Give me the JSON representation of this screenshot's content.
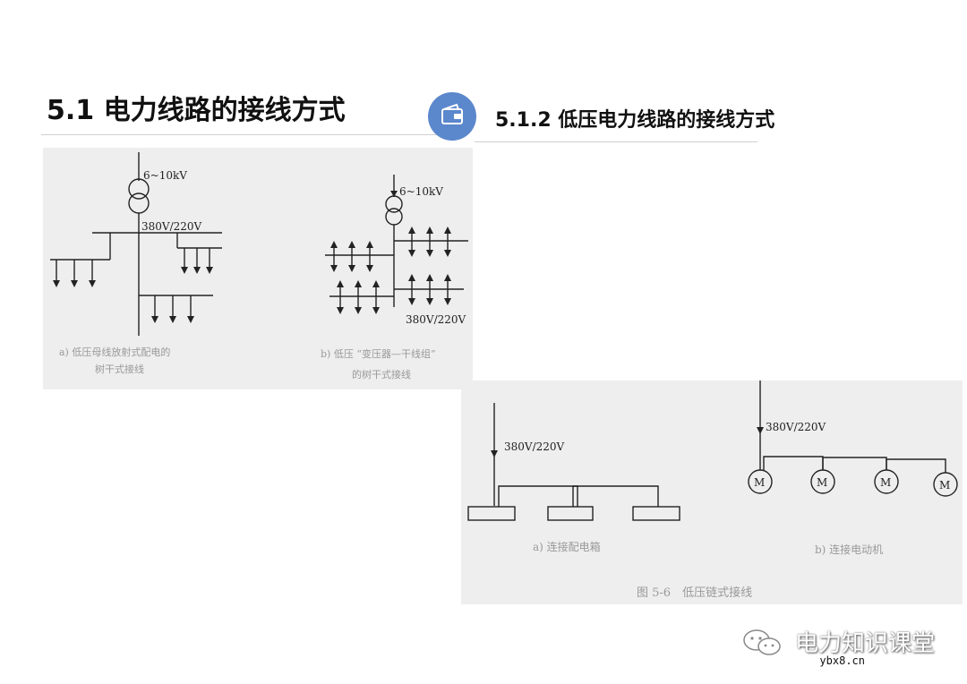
{
  "header": {
    "main_title": "5.1 电力线路的接线方式",
    "sub_title": "5.1.2 低压电力线路的接线方式",
    "badge_icon": "wallet-icon"
  },
  "figure_left": {
    "voltage_hv": "6~10kV",
    "voltage_lv": "380V/220V",
    "caption_line1": "a) 低压母线放射式配电的",
    "caption_line2": "树干式接线"
  },
  "figure_right": {
    "voltage_hv": "6~10kV",
    "voltage_lv": "380V/220V",
    "caption_line1": "b) 低压 “变压器—干线组”",
    "caption_line2": "的树干式接线"
  },
  "figure_bottom": {
    "voltage_a": "380V/220V",
    "voltage_b": "380V/220V",
    "motor_label": "M",
    "caption_a": "a) 连接配电箱",
    "caption_b": "b) 连接电动机",
    "figure_caption": "图 5-6　低压链式接线"
  },
  "watermark": {
    "brand": "电力知识课堂",
    "url": "ybx8.cn",
    "icon": "wechat-icon"
  }
}
